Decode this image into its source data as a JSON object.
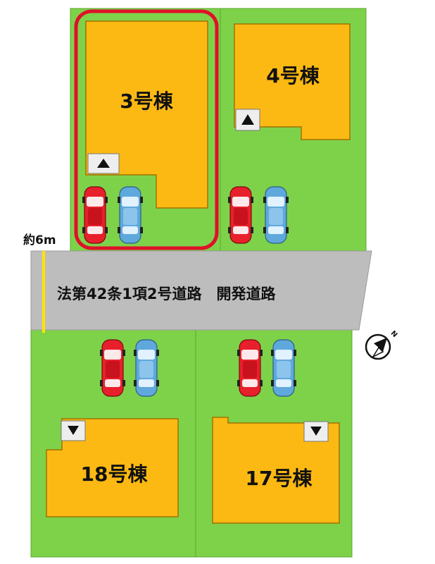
{
  "road": {
    "label": "法第42条1項2号道路　開発道路",
    "width_label": "約6m"
  },
  "lots": [
    {
      "id": "lot-3",
      "label": "3号棟",
      "highlighted": true,
      "entrance": "up"
    },
    {
      "id": "lot-4",
      "label": "4号棟",
      "highlighted": false,
      "entrance": "up"
    },
    {
      "id": "lot-18",
      "label": "18号棟",
      "highlighted": false,
      "entrance": "down"
    },
    {
      "id": "lot-17",
      "label": "17号棟",
      "highlighted": false,
      "entrance": "down"
    }
  ],
  "compass": {
    "north_label": "N",
    "icon": "north-arrow-icon"
  },
  "colors": {
    "lawn": "#7ed24a",
    "lawn_border": "#58a82e",
    "house": "#fdb913",
    "house_border": "#a07200",
    "road": "#bdbdbd",
    "highlight": "#e0102a",
    "width_marker": "#ffe400",
    "car_red": "#e8202c",
    "car_blue": "#5fa8dc"
  },
  "cars": {
    "colors": [
      "red",
      "blue"
    ],
    "count": 8
  }
}
